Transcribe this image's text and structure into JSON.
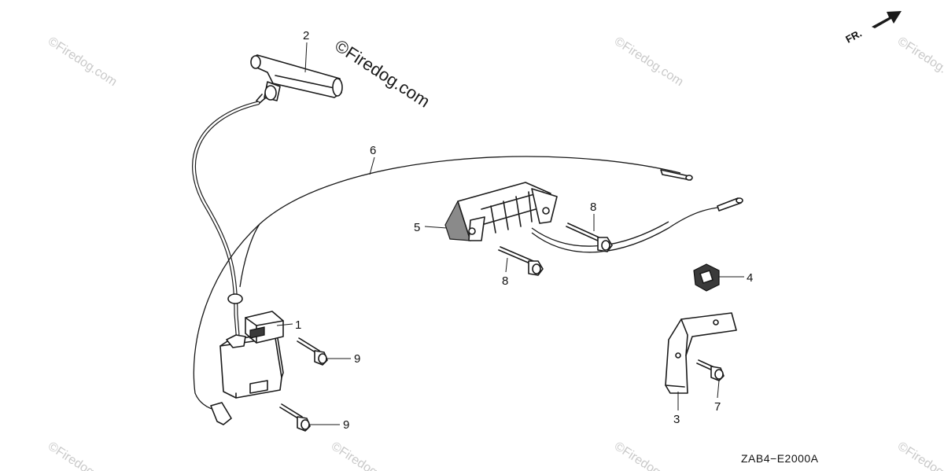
{
  "diagram": {
    "watermark_main": "©Firedog.com",
    "watermark_faint": "©Firedog.com",
    "direction_label": "FR.",
    "diagram_code": "ZAB4−E2000A",
    "callouts": {
      "c1": "1",
      "c2": "2",
      "c3": "3",
      "c4": "4",
      "c5": "5",
      "c6": "6",
      "c7": "7",
      "c8a": "8",
      "c8b": "8",
      "c9a": "9",
      "c9b": "9"
    }
  }
}
